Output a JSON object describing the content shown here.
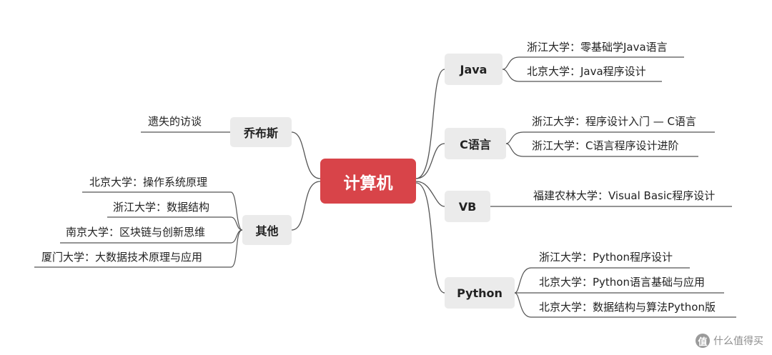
{
  "root": {
    "label": "计算机"
  },
  "branches": {
    "java": {
      "label": "Java",
      "leaves": [
        "浙江大学：零基础学Java语言",
        "北京大学：Java程序设计"
      ]
    },
    "c": {
      "label": "C语言",
      "leaves": [
        "浙江大学：程序设计入门 — C语言",
        "浙江大学：C语言程序设计进阶"
      ]
    },
    "vb": {
      "label": "VB",
      "leaves": [
        "福建农林大学：Visual Basic程序设计"
      ]
    },
    "python": {
      "label": "Python",
      "leaves": [
        "浙江大学：Python程序设计",
        "北京大学：Python语言基础与应用",
        "北京大学：数据结构与算法Python版"
      ]
    },
    "jobs": {
      "label": "乔布斯",
      "leaves": [
        "遗失的访谈"
      ]
    },
    "other": {
      "label": "其他",
      "leaves": [
        "北京大学：操作系统原理",
        "浙江大学：数据结构",
        "南京大学：区块链与创新思维",
        "厦门大学：大数据技术原理与应用"
      ]
    }
  },
  "colors": {
    "root": "#d84449",
    "main_node": "#ebebeb",
    "line": "#555555"
  },
  "watermark": {
    "icon": "值",
    "text": "什么值得买"
  }
}
